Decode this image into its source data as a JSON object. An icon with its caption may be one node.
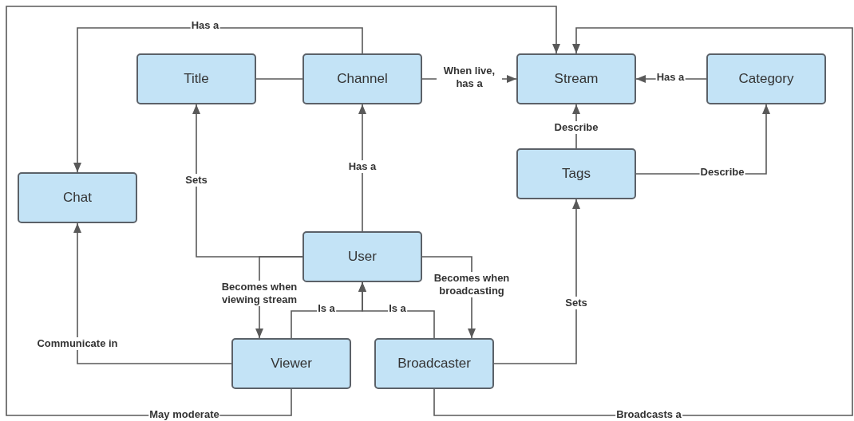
{
  "diagram": {
    "nodes": [
      {
        "text": [
          "Title"
        ]
      },
      {
        "text": [
          "Channel"
        ]
      },
      {
        "text": [
          "Stream"
        ]
      },
      {
        "text": [
          "Category"
        ]
      },
      {
        "text": [
          "Chat"
        ]
      },
      {
        "text": [
          "Tags"
        ]
      },
      {
        "text": [
          "User"
        ]
      },
      {
        "text": [
          "Viewer"
        ]
      },
      {
        "text": [
          "Broadcaster"
        ]
      }
    ],
    "edges": [
      {
        "from": 1,
        "to": 4,
        "arrow": "to",
        "label": "Has a"
      },
      {
        "from": 0,
        "to": 1,
        "arrow": "none"
      },
      {
        "from": 1,
        "to": 2,
        "arrow": "to",
        "label": "When live, has a"
      },
      {
        "from": 3,
        "to": 2,
        "arrow": "to",
        "label": "Has a"
      },
      {
        "from": 5,
        "to": 2,
        "arrow": "to",
        "label": "Describe"
      },
      {
        "from": 5,
        "to": 3,
        "arrow": "to",
        "label": "Describe"
      },
      {
        "from": 6,
        "to": 0,
        "arrow": "to",
        "label": "Sets"
      },
      {
        "from": 6,
        "to": 1,
        "arrow": "to",
        "label": "Has a"
      },
      {
        "from": 6,
        "to": 7,
        "arrow": "to",
        "label": "Becomes when viewing stream"
      },
      {
        "from": 6,
        "to": 8,
        "arrow": "to",
        "label": "Becomes when broadcasting"
      },
      {
        "from": 7,
        "to": 6,
        "arrow": "to",
        "label": "Is a"
      },
      {
        "from": 8,
        "to": 6,
        "arrow": "to",
        "label": "Is a"
      },
      {
        "from": 8,
        "to": 5,
        "arrow": "to",
        "label": "Sets"
      },
      {
        "from": 7,
        "to": 4,
        "arrow": "to",
        "label": "Communicate in"
      },
      {
        "from": 7,
        "to": 2,
        "arrow": "to",
        "label": "May moderate"
      },
      {
        "from": 8,
        "to": 2,
        "arrow": "to",
        "label": "Broadcasts a"
      }
    ]
  }
}
